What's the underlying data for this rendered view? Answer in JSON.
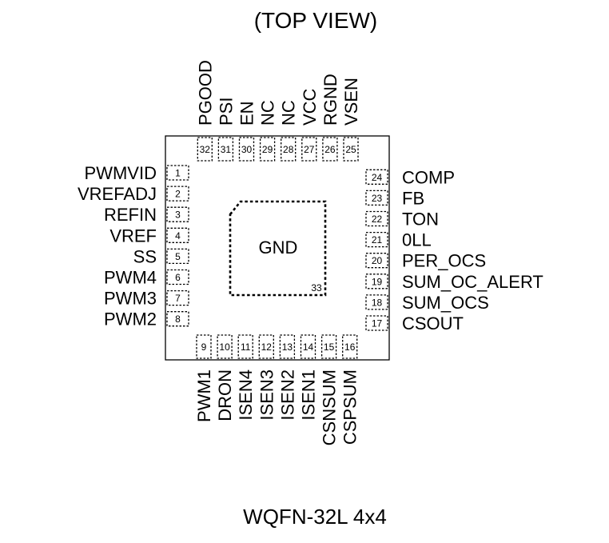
{
  "title": "(TOP VIEW)",
  "package": "WQFN-32L  4x4",
  "exposed_pad": {
    "label": "GND",
    "number": "33"
  },
  "pins": {
    "left": [
      {
        "num": "1",
        "name": "PWMVID"
      },
      {
        "num": "2",
        "name": "VREFADJ"
      },
      {
        "num": "3",
        "name": "REFIN"
      },
      {
        "num": "4",
        "name": "VREF"
      },
      {
        "num": "5",
        "name": "SS"
      },
      {
        "num": "6",
        "name": "PWM4"
      },
      {
        "num": "7",
        "name": "PWM3"
      },
      {
        "num": "8",
        "name": "PWM2"
      }
    ],
    "bottom": [
      {
        "num": "9",
        "name": "PWM1"
      },
      {
        "num": "10",
        "name": "DRON"
      },
      {
        "num": "11",
        "name": "ISEN4"
      },
      {
        "num": "12",
        "name": "ISEN3"
      },
      {
        "num": "13",
        "name": "ISEN2"
      },
      {
        "num": "14",
        "name": "ISEN1"
      },
      {
        "num": "15",
        "name": "CSNSUM"
      },
      {
        "num": "16",
        "name": "CSPSUM"
      }
    ],
    "right": [
      {
        "num": "17",
        "name": "CSOUT"
      },
      {
        "num": "18",
        "name": "SUM_OCS"
      },
      {
        "num": "19",
        "name": "SUM_OC_ALERT"
      },
      {
        "num": "20",
        "name": "PER_OCS"
      },
      {
        "num": "21",
        "name": "0LL"
      },
      {
        "num": "22",
        "name": "TON"
      },
      {
        "num": "23",
        "name": "FB"
      },
      {
        "num": "24",
        "name": "COMP"
      }
    ],
    "top": [
      {
        "num": "25",
        "name": "VSEN"
      },
      {
        "num": "26",
        "name": "RGND"
      },
      {
        "num": "27",
        "name": "VCC"
      },
      {
        "num": "28",
        "name": "NC"
      },
      {
        "num": "29",
        "name": "NC"
      },
      {
        "num": "30",
        "name": "EN"
      },
      {
        "num": "31",
        "name": "PSI"
      },
      {
        "num": "32",
        "name": "PGOOD"
      }
    ]
  }
}
